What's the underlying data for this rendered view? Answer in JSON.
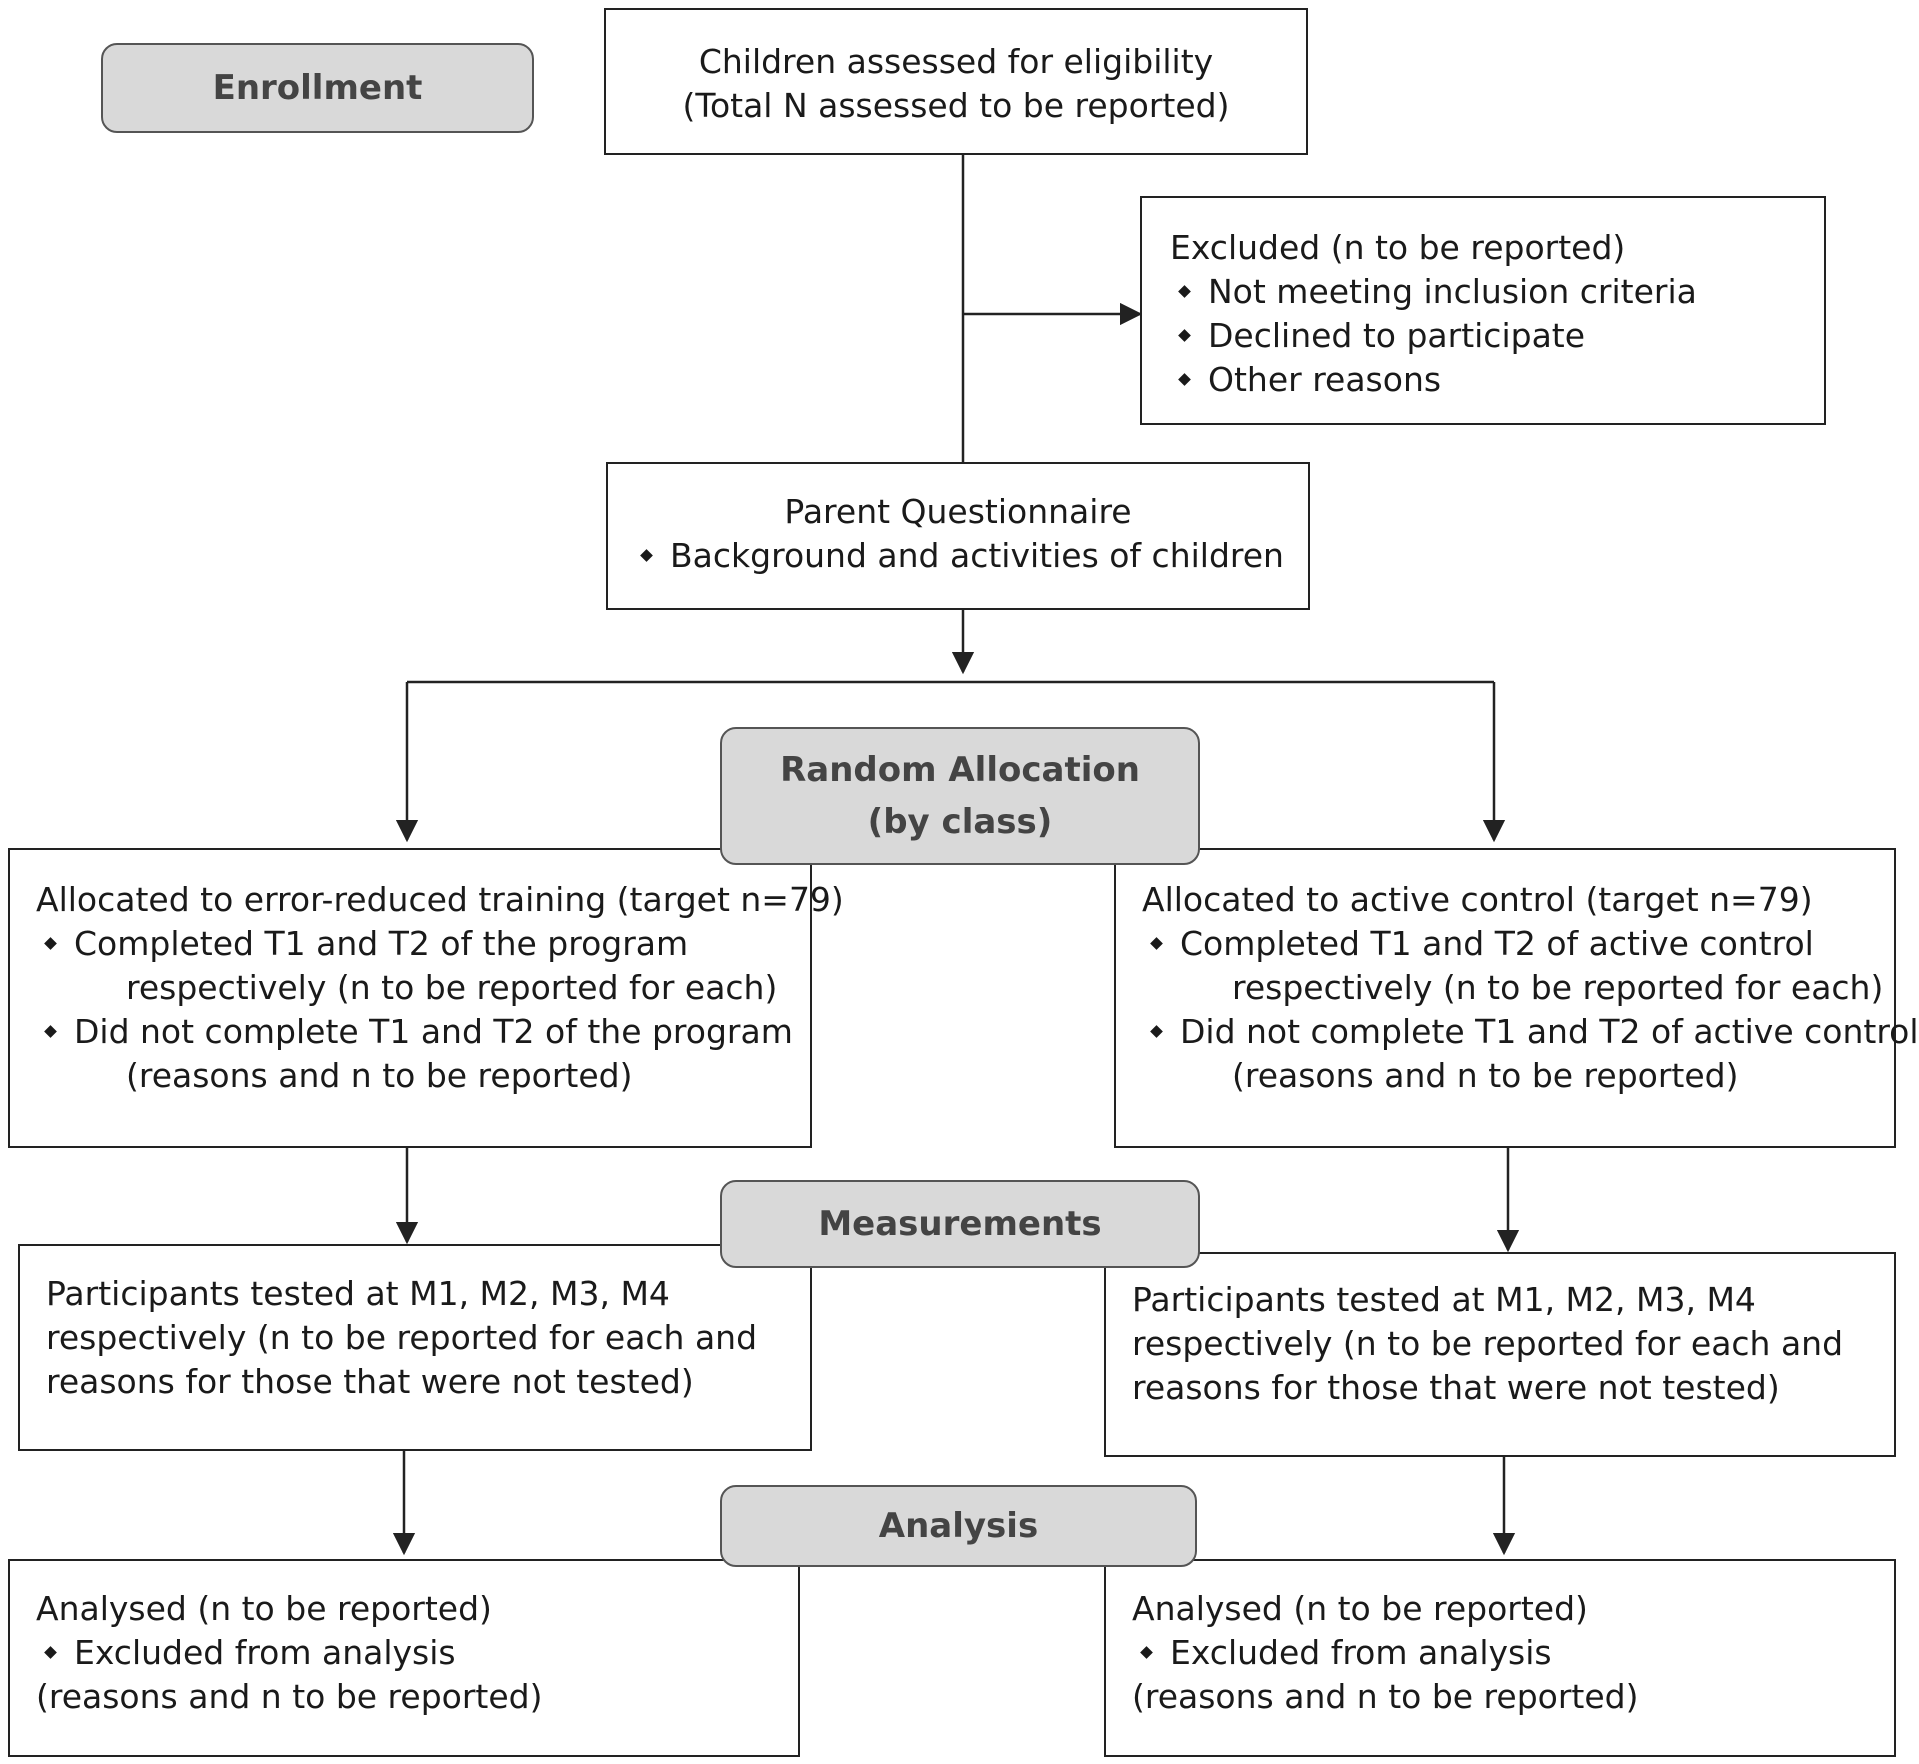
{
  "stages": {
    "enrollment": "Enrollment",
    "random_allocation": [
      "Random Allocation",
      "(by class)"
    ],
    "measurements": "Measurements",
    "analysis": "Analysis"
  },
  "assessed": {
    "lines": [
      "Children assessed for eligibility",
      "(Total N assessed to be reported)"
    ]
  },
  "excluded": {
    "title": "Excluded (n to be reported)",
    "bullets": [
      "Not meeting inclusion criteria",
      "Declined to participate",
      "Other reasons"
    ]
  },
  "questionnaire": {
    "title": "Parent Questionnaire",
    "bullets": [
      "Background and activities of children"
    ]
  },
  "allocated_left": {
    "title": "Allocated to error-reduced  training (target n=79)",
    "bullet1": "Completed T1 and T2 of the program",
    "bullet1_cont": "respectively (n to be reported for each)",
    "bullet2": "Did not complete T1 and T2 of the program",
    "bullet2_cont": "(reasons and n to be reported)"
  },
  "allocated_right": {
    "title": "Allocated to active control (target n=79)",
    "bullet1": "Completed T1 and T2 of active control",
    "bullet1_cont": "respectively (n to be reported for each)",
    "bullet2": "Did not complete T1 and T2 of active control",
    "bullet2_cont": "(reasons and n to be reported)"
  },
  "tested_left": {
    "lines": [
      "Participants tested at M1, M2, M3, M4",
      "respectively (n to be reported for each and",
      "reasons for those that were not tested)"
    ]
  },
  "tested_right": {
    "lines": [
      "Participants tested at M1, M2, M3, M4",
      "respectively (n to be reported for each and",
      "reasons for those that were not tested)"
    ]
  },
  "analysed_left": {
    "title": "Analysed (n to be reported)",
    "bullet": "Excluded from analysis",
    "note": "(reasons and n to be reported)"
  },
  "analysed_right": {
    "title": "Analysed (n to be reported)",
    "bullet": "Excluded from analysis",
    "note": "(reasons and n to be reported)"
  }
}
